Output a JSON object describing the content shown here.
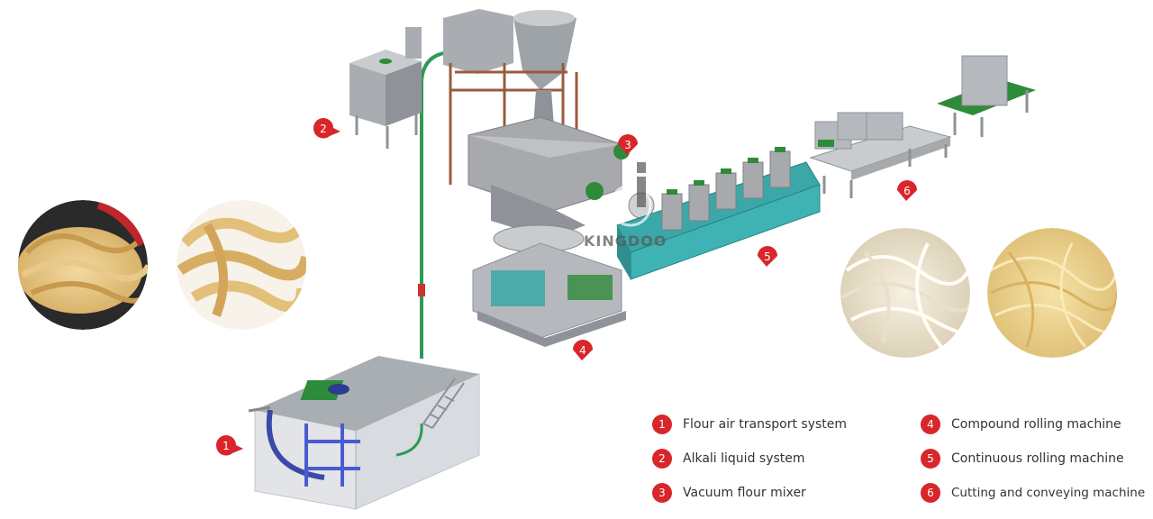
{
  "watermark": "KINGDOO",
  "colors": {
    "badge": "#d8262b",
    "machine_steel": "#a7a9ad",
    "machine_teal": "#3aa8a8",
    "conveyor_green": "#2e8b3a",
    "pipe_green": "#2f9a55",
    "frame_brown": "#9a5b3d"
  },
  "callouts": [
    {
      "number": "1"
    },
    {
      "number": "2"
    },
    {
      "number": "3"
    },
    {
      "number": "4"
    },
    {
      "number": "5"
    },
    {
      "number": "6"
    }
  ],
  "legend": [
    {
      "number": "1",
      "label": "Flour air transport system"
    },
    {
      "number": "2",
      "label": "Alkali liquid system"
    },
    {
      "number": "3",
      "label": "Vacuum flour mixer"
    },
    {
      "number": "4",
      "label": "Compound rolling machine"
    },
    {
      "number": "5",
      "label": "Continuous rolling machine"
    },
    {
      "number": "6",
      "label": "Cutting and conveying machine"
    }
  ]
}
